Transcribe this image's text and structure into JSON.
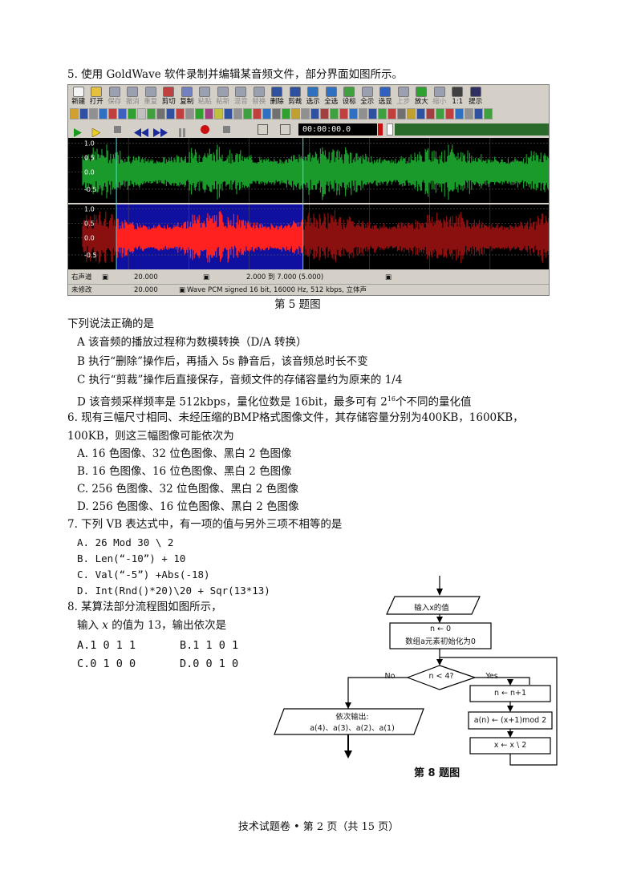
{
  "q5": {
    "stem": "5. 使用 GoldWave 软件录制并编辑某音频文件，部分界面如图所示。",
    "figure_caption": "第 5 题图",
    "prompt": "下列说法正确的是",
    "options": [
      "A 该音频的播放过程称为数模转换（D/A 转换）",
      "B 执行“删除”操作后，再插入 5s 静音后，该音频总时长不变",
      "C 执行“剪裁”操作后直接保存，音频文件的存储容量约为原来的 1/4"
    ],
    "option_d_prefix": "D 该音频采样频率是 512kbps，量化位数是 16bit，最多可有 2",
    "option_d_sup": "16",
    "option_d_suffix": "个不同的量化值"
  },
  "goldwave": {
    "toolbar_buttons": [
      "新建",
      "打开",
      "保存",
      "撤消",
      "重复",
      "剪切",
      "复制",
      "粘贴",
      "粘新",
      "混音",
      "替换",
      "删除",
      "剪裁",
      "选示",
      "全选",
      "设标",
      "全示",
      "选显",
      "上步",
      "放大",
      "缩小",
      "1:1",
      "提示"
    ],
    "disabled_buttons": [
      2,
      3,
      4,
      7,
      8,
      9,
      10,
      18,
      20
    ],
    "time_display": "00:00:00.0",
    "axis_labels_top": [
      "1.0",
      "0.5",
      "0.0",
      "-0.5"
    ],
    "axis_labels_bottom": [
      "1.0",
      "0.5",
      "0.0",
      "-0.5"
    ],
    "status_row1": {
      "channel": "右声道",
      "length": "20.000",
      "selection": "2.000 到 7.000 (5.000)"
    },
    "status_row2": {
      "state": "未修改",
      "length": "20.000",
      "format": "Wave PCM signed 16 bit, 16000 Hz, 512 kbps, 立体声"
    },
    "colors": {
      "top_wave": "#1a9a2a",
      "bottom_wave": "#8a1010",
      "selected_wave": "#ff2020",
      "selected_bg": "#1010a0"
    }
  },
  "q6": {
    "stem_line1": "6. 现有三幅尺寸相同、未经压缩的BMP格式图像文件，其存储容量分别为400KB，1600KB，",
    "stem_line2": "100KB，则这三幅图像可能依次为",
    "options": [
      "A. 16 色图像、32 位色图像、黑白 2 色图像",
      "B. 16 色图像、16 位色图像、黑白 2 色图像",
      "C. 256 色图像、32 位色图像、黑白 2 色图像",
      "D. 256 色图像、16 位色图像、黑白 2 色图像"
    ]
  },
  "q7": {
    "stem": "7. 下列 VB 表达式中，有一项的值与另外三项不相等的是",
    "options": [
      "A. 26 Mod 30 \\ 2",
      "B. Len(“-10”) + 10",
      "C. Val(“-5”) +Abs(-18)",
      "D. Int(Rnd()*20)\\20 + Sqr(13*13)"
    ]
  },
  "q8": {
    "stem_line1": "8. 某算法部分流程图如图所示，",
    "stem_line2_prefix": "输入 ",
    "stem_line2_var": "x",
    "stem_line2_suffix": " 的值为 13，输出依次是",
    "options": [
      "A.1 0 1 1",
      "B.1 1 0 1",
      "C.0 1 0 0",
      "D.0 0 1 0"
    ],
    "flow": {
      "input": "输入x的值",
      "init_line1": "n ← 0",
      "init_line2": "数组a元素初始化为0",
      "decision": "n < 4?",
      "no": "No",
      "yes": "Yes",
      "step1": "n ← n+1",
      "step2": "a(n) ← (x+1)mod 2",
      "step3": "x ← x \\ 2",
      "output_line1": "依次输出:",
      "output_line2": "a(4)、a(3)、a(2)、a(1)"
    },
    "figure_caption": "第 8 题图"
  },
  "footer": "技术试题卷 • 第 2 页（共 15 页）"
}
